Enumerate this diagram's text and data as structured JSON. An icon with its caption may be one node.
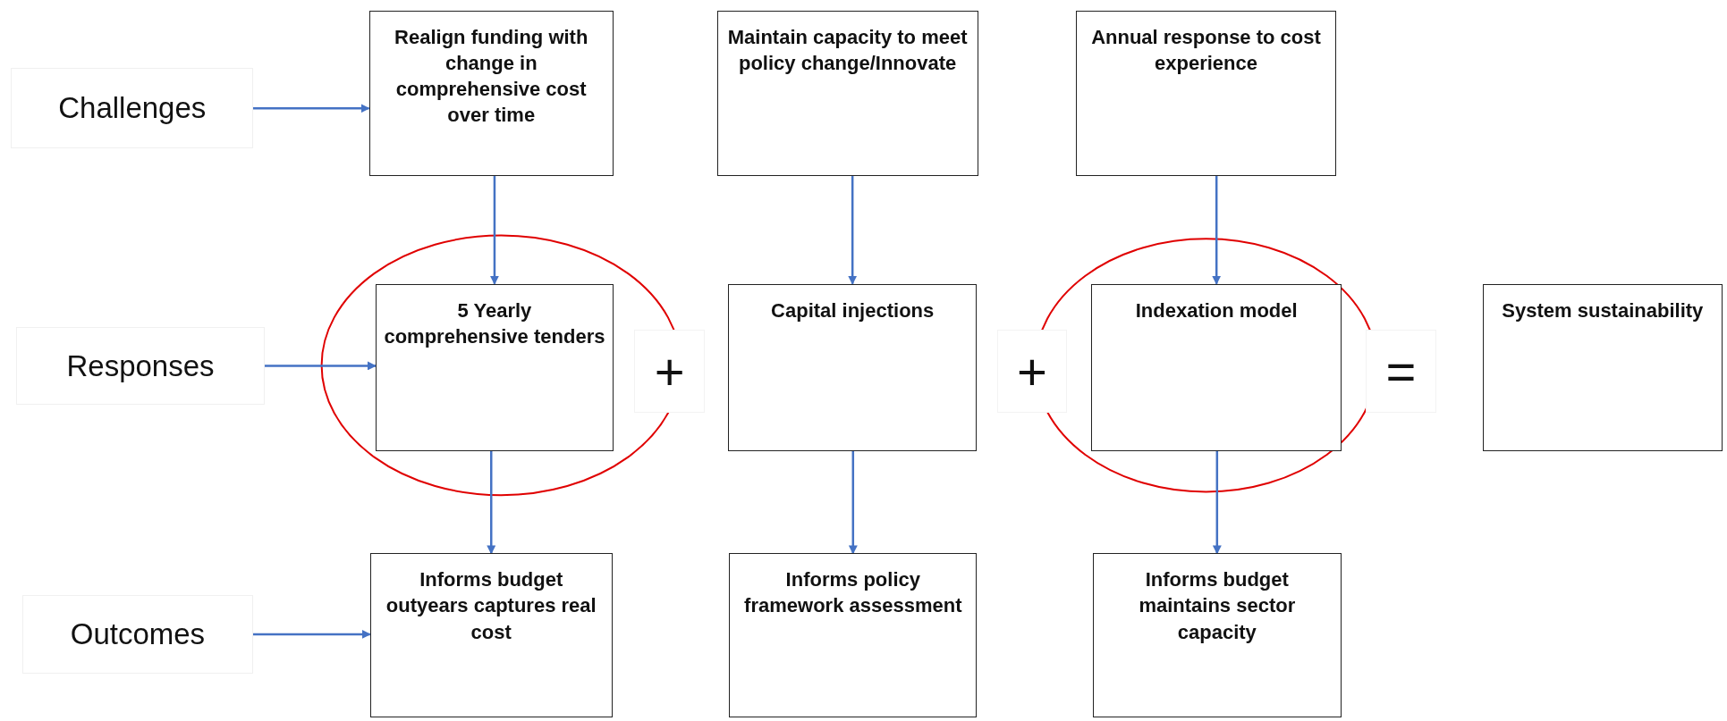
{
  "diagram": {
    "nodes": [
      {
        "text": [
          "Challenges"
        ]
      },
      {
        "text": [
          "Realign funding with change in comprehensive cost over time"
        ]
      },
      {
        "text": [
          "Maintain capacity to meet policy change/Innovate"
        ]
      },
      {
        "text": [
          "Annual response to cost experience"
        ]
      },
      {
        "text": [
          "Responses"
        ]
      },
      {
        "text": [
          "5 Yearly comprehensive tenders"
        ]
      },
      {
        "text": [
          "Capital injections"
        ]
      },
      {
        "text": [
          "Indexation model"
        ]
      },
      {
        "text": [
          "System sustainability"
        ]
      },
      {
        "text": [
          "Outcomes"
        ]
      },
      {
        "text": [
          "Informs budget outyears captures real cost"
        ]
      },
      {
        "text": [
          "Informs policy framework assessment"
        ]
      },
      {
        "text": [
          "Informs budget maintains sector capacity"
        ]
      }
    ],
    "edges": [
      {
        "from": 0,
        "to": 1,
        "arrow": "to"
      },
      {
        "from": 1,
        "to": 5,
        "arrow": "to"
      },
      {
        "from": 2,
        "to": 6,
        "arrow": "to"
      },
      {
        "from": 3,
        "to": 7,
        "arrow": "to"
      },
      {
        "from": 4,
        "to": 5,
        "arrow": "to"
      },
      {
        "from": 5,
        "to": 10,
        "arrow": "to"
      },
      {
        "from": 6,
        "to": 11,
        "arrow": "to"
      },
      {
        "from": 7,
        "to": 12,
        "arrow": "to"
      },
      {
        "from": 9,
        "to": 10,
        "arrow": "to"
      }
    ],
    "labels": [
      "+",
      "+",
      "="
    ]
  }
}
